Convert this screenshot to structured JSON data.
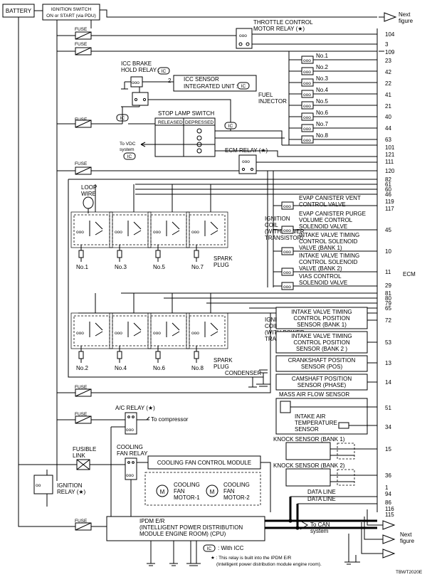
{
  "labels": {
    "battery": "BATTERY",
    "ign_switch_1": "IGNITION SWITCH",
    "ign_switch_2": "ON or START (via PDU)",
    "fuse": "FUSE",
    "fusible_1": "FUSIBLE",
    "fusible_2": "LINK",
    "throttle_1": "THROTTLE CONTROL",
    "throttle_2": "MOTOR RELAY (★)",
    "next_figure_1": "Next",
    "next_figure_2": "figure",
    "icc_brake_1": "ICC BRAKE",
    "icc_brake_2": "HOLD RELAY :",
    "icc_sensor_1": "ICC SENSOR",
    "icc_sensor_2": "INTEGRATED UNIT :",
    "icc_sensor_pin": "2",
    "ic": "IC",
    "stop_lamp": "STOP LAMP SWITCH",
    "released": "RELEASED",
    "depressed": "DEPRESSED",
    "to_vdc_1": "To VDC",
    "to_vdc_2": "system",
    "fuel_injector_1": "FUEL",
    "fuel_injector_2": "INJECTOR",
    "ecm_relay": "ECM RELAY (★)",
    "loop_1": "LOOP",
    "loop_2": "WIRE",
    "evap_vent_1": "EVAP CANISTER VENT",
    "evap_vent_2": "CONTROL VALVE",
    "evap_purge_1": "EVAP CANISTER PURGE",
    "evap_purge_2": "VOLUME CONTROL",
    "evap_purge_3": "SOLENOID VALVE",
    "ivt1_1": "INTAKE VALVE TIMING",
    "ivt1_2": "CONTROL SOLENOID",
    "ivt1_3": "VALVE (BANK 1)",
    "ivt2_1": "INTAKE VALVE TIMING",
    "ivt2_2": "CONTROL SOLENOID",
    "ivt2_3": "VALVE (BANK 2)",
    "vias_1": "VIAS CONTROL",
    "vias_2": "SOLENOID VALVE",
    "ecm": "ECM",
    "ign_coil_1": "IGNITION",
    "ign_coil_2": "COIL",
    "ign_coil_3": "(WITH POWER",
    "ign_coil_4": "TRANSISTOR)",
    "spark_1": "SPARK",
    "spark_2": "PLUG",
    "ivtp1_1": "INTAKE VALVE TIMING",
    "ivtp1_2": "CONTROL POSITION",
    "ivtp1_3": "SENSOR (BANK 1)",
    "ivtp2_1": "INTAKE VALVE TIMING",
    "ivtp2_2": "CONTROL POSITION",
    "ivtp2_3": "SENSOR (BANK 2 )",
    "crank_1": "CRANKSHAFT POSITION",
    "crank_2": "SENSOR (POS)",
    "cam_1": "CAMSHAFT POSITION",
    "cam_2": "SENSOR (PHASE)",
    "condenser": "CONDENSER",
    "maf": "MASS AIR FLOW SENSOR",
    "iat_1": "INTAKE AIR",
    "iat_2": "TEMPERATURE",
    "iat_3": "SENSOR",
    "knock1": "KNOCK SENSOR (BANK 1)",
    "knock2": "KNOCK SENSOR (BANK 2)",
    "ac_relay": "A/C RELAY (★)",
    "to_compressor": "To compressor",
    "cool_relay_1": "COOLING",
    "cool_relay_2": "FAN RELAY",
    "cool_module": "COOLING FAN CONTROL MODULE",
    "motor1_1": "COOLING",
    "motor1_2": "FAN",
    "motor1_3": "MOTOR-1",
    "motor2_1": "COOLING",
    "motor2_2": "FAN",
    "motor2_3": "MOTOR-2",
    "ign_relay_1": "IGNITION",
    "ign_relay_2": "RELAY (★)",
    "ipdm_1": "IPDM E/R",
    "ipdm_2": "(INTELLIGENT POWER DISTRIBUTION",
    "ipdm_3": "MODULE ENGINE ROOM) (CPU)",
    "data_line": "DATA LINE",
    "to_can_1": "To CAN",
    "to_can_2": "system",
    "legend_ic": ": With ICC",
    "legend_star_1": "★ : This relay is built into the IPDM E/R",
    "legend_star_2": "(Intelligent power distribution module engine room).",
    "figure_code": "TBWT2020E",
    "motor_symbol": "M"
  },
  "injectors": [
    "No.1",
    "No.2",
    "No.3",
    "No.4",
    "No.5",
    "No.6",
    "No.7",
    "No.8"
  ],
  "plugs_top": [
    "No.1",
    "No.3",
    "No.5",
    "No.7"
  ],
  "plugs_bottom": [
    "No.2",
    "No.4",
    "No.6",
    "No.8"
  ],
  "pins": {
    "p104": "104",
    "p3": "3",
    "p109": "109",
    "p23": "23",
    "p42": "42",
    "p22": "22",
    "p41": "41",
    "p21": "21",
    "p40": "40",
    "p44": "44",
    "p63": "63",
    "p101": "101",
    "p121": "121",
    "p111": "111",
    "p120": "120",
    "p82": "82",
    "p61": "61",
    "p60": "60",
    "p46": "46",
    "p119": "119",
    "p117": "117",
    "p45": "45",
    "p10": "10",
    "p11": "11",
    "p29": "29",
    "p81": "81",
    "p80": "80",
    "p79": "79",
    "p65": "65",
    "p72": "72",
    "p53": "53",
    "p13": "13",
    "p14": "14",
    "p51": "51",
    "p34": "34",
    "p15": "15",
    "p36": "36",
    "p1": "1",
    "p94": "94",
    "p86": "86",
    "p116": "116",
    "p115": "115"
  }
}
